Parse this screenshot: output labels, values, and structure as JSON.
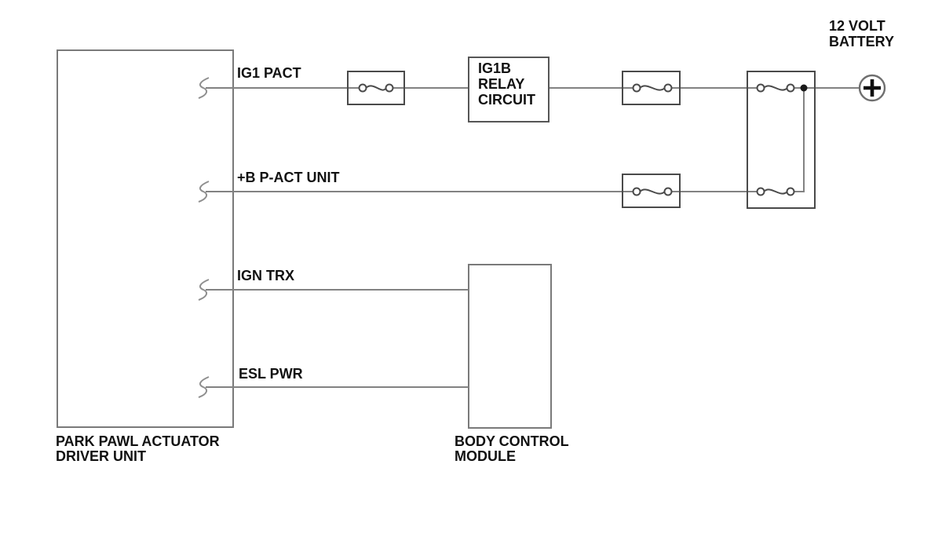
{
  "components": {
    "park_pawl_actuator": {
      "name_line1": "PARK PAWL ACTUATOR",
      "name_line2": "DRIVER UNIT"
    },
    "body_control_module": {
      "name_line1": "BODY CONTROL",
      "name_line2": "MODULE"
    },
    "ig1b_relay_circuit": {
      "name_line1": "IG1B",
      "name_line2": "RELAY",
      "name_line3": "CIRCUIT"
    },
    "battery": {
      "name_line1": "12 VOLT",
      "name_line2": "BATTERY",
      "terminal_icon": "plus-in-circle"
    }
  },
  "pins": [
    {
      "id": "ig1_pact",
      "label": "IG1 PACT"
    },
    {
      "id": "b_pact_unit",
      "label": "+B P-ACT UNIT"
    },
    {
      "id": "ign_trx",
      "label": "IGN TRX"
    },
    {
      "id": "esl_pwr",
      "label": "ESL PWR"
    }
  ],
  "symbols": {
    "fuse_icon": "fuse-element",
    "connector_icon": "wire-break-squiggle",
    "junction_icon": "solder-dot",
    "fuse_count": 5
  },
  "colors": {
    "background": "#ffffff",
    "wire": "#828282",
    "component_border": "#7a7a7a",
    "fuse_border": "#4a4a4a",
    "squiggle": "#8f8f8f",
    "battery_ring": "#6f6f6f",
    "text": "#111111",
    "junction": "#1a1a1a"
  }
}
